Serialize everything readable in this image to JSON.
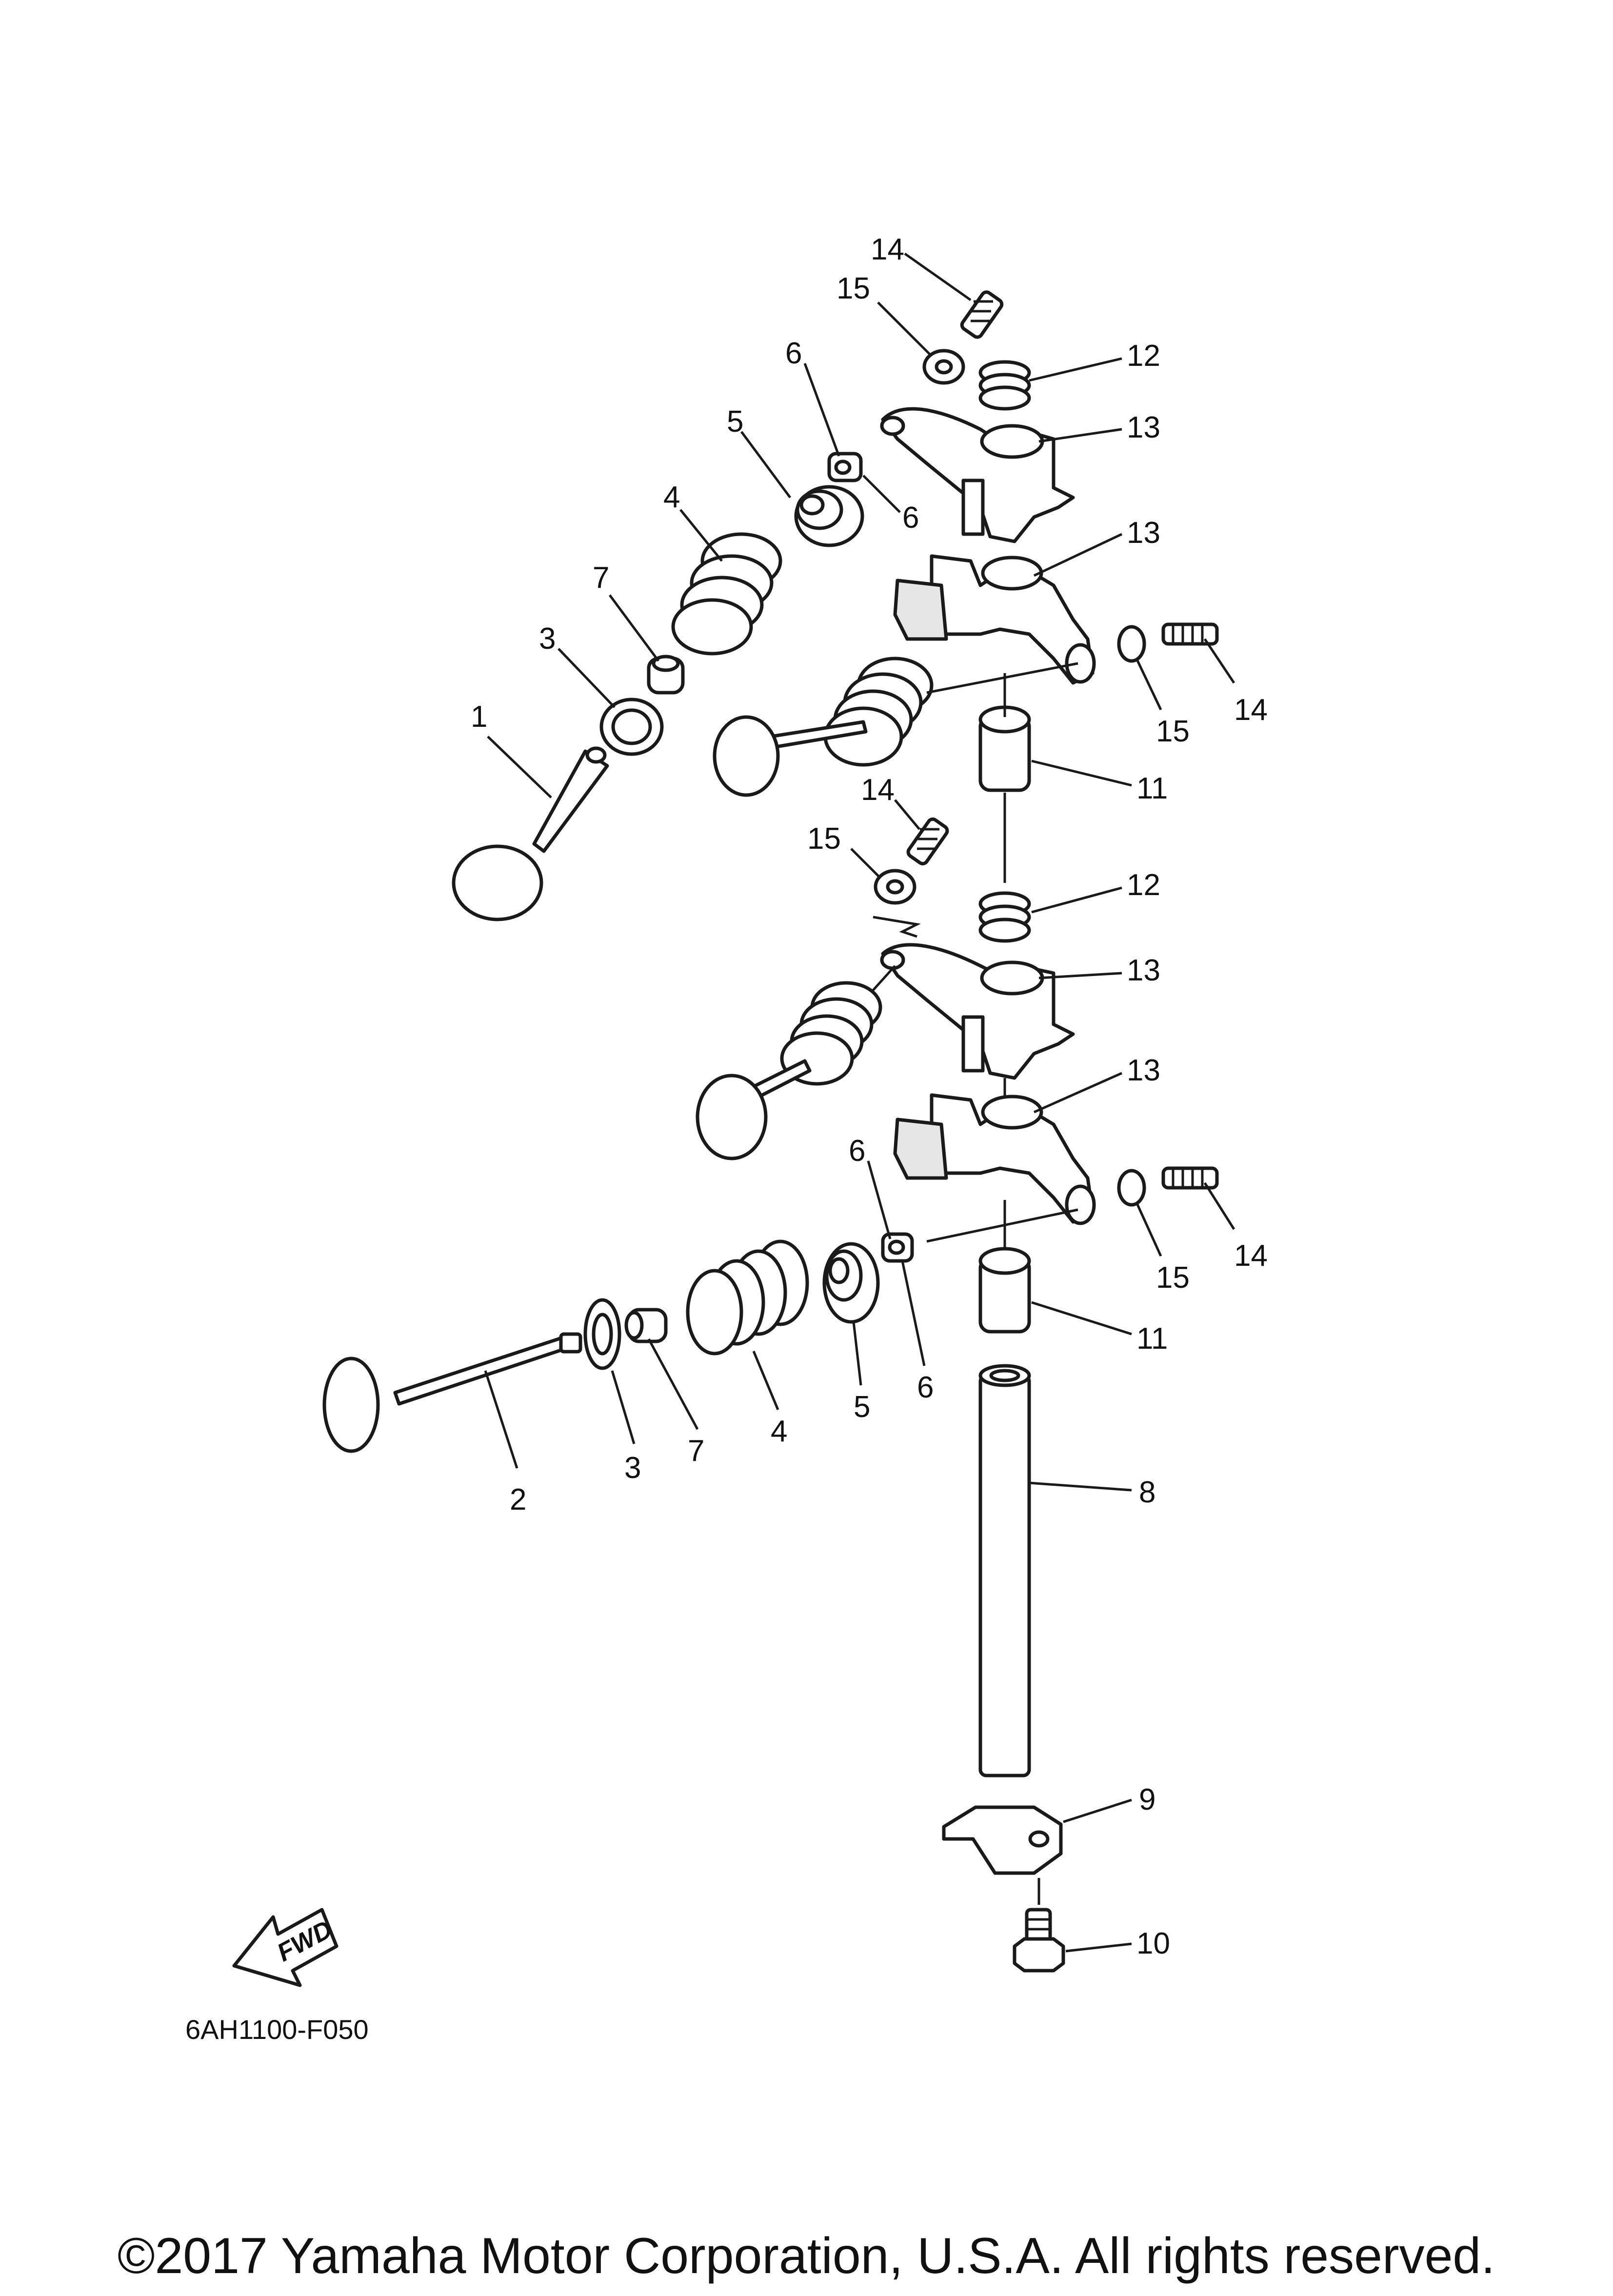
{
  "diagram": {
    "part_code": "6AH1100-F050",
    "copyright": "©2017 Yamaha Motor Corporation, U.S.A. All rights reserved.",
    "direction_label": "FWD",
    "callouts": {
      "c14a": "14",
      "c15a": "15",
      "c12a": "12",
      "c13a": "13",
      "c6a": "6",
      "c6b": "6",
      "c5a": "5",
      "c4a": "4",
      "c7a": "7",
      "c3a": "3",
      "c1": "1",
      "c13b": "13",
      "c14b": "14",
      "c15b": "15",
      "c11a": "11",
      "c14c": "14",
      "c15c": "15",
      "c12b": "12",
      "c13c": "13",
      "c13d": "13",
      "c6c": "6",
      "c14d": "14",
      "c15d": "15",
      "c6d": "6",
      "c11b": "11",
      "c5b": "5",
      "c4b": "4",
      "c7b": "7",
      "c3b": "3",
      "c2": "2",
      "c8": "8",
      "c9": "9",
      "c10": "10"
    }
  }
}
